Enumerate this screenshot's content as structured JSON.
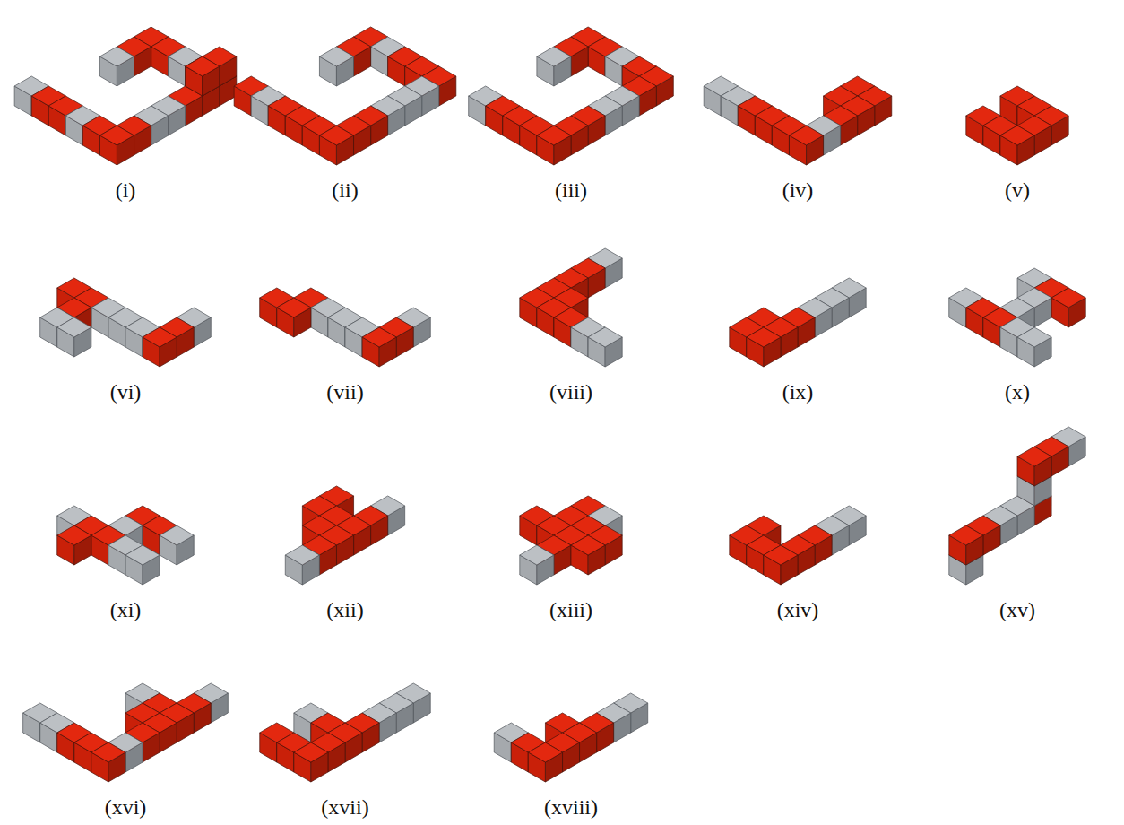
{
  "diagram": {
    "labels": [
      "(i)",
      "(ii)",
      "(iii)",
      "(iv)",
      "(v)",
      "(vi)",
      "(vii)",
      "(viii)",
      "(ix)",
      "(x)",
      "(xi)",
      "(xii)",
      "(xiii)",
      "(xiv)",
      "(xv)",
      "(xvi)",
      "(xvii)",
      "(xviii)"
    ]
  }
}
